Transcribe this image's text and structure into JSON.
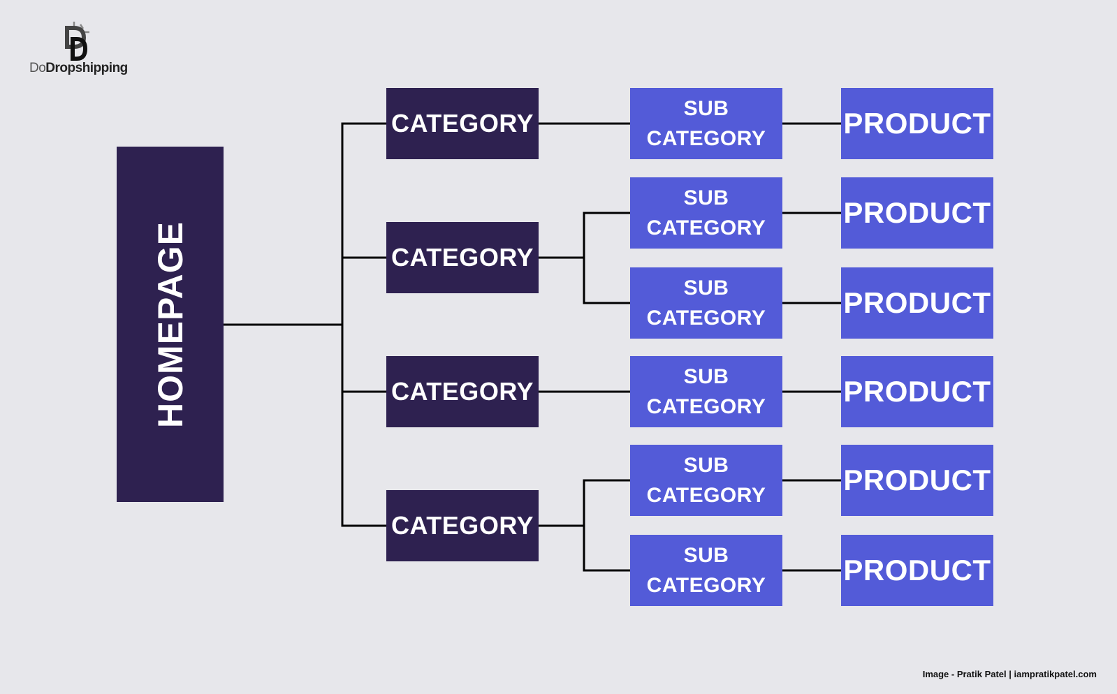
{
  "colors": {
    "background": "#e7e7eb",
    "dark_box": "#2e2150",
    "blue_box": "#535bd8",
    "connector": "#000000"
  },
  "logo": {
    "prefix": "Do",
    "brand": "Dropshipping",
    "icon": "dd-lightbulb-icon"
  },
  "diagram": {
    "homepage": "HOMEPAGE",
    "categories": [
      {
        "label": "CATEGORY",
        "subcategories": [
          {
            "label": "SUB\nCATEGORY",
            "product": "PRODUCT"
          }
        ]
      },
      {
        "label": "CATEGORY",
        "subcategories": [
          {
            "label": "SUB\nCATEGORY",
            "product": "PRODUCT"
          },
          {
            "label": "SUB\nCATEGORY",
            "product": "PRODUCT"
          }
        ]
      },
      {
        "label": "CATEGORY",
        "subcategories": [
          {
            "label": "SUB\nCATEGORY",
            "product": "PRODUCT"
          }
        ]
      },
      {
        "label": "CATEGORY",
        "subcategories": [
          {
            "label": "SUB\nCATEGORY",
            "product": "PRODUCT"
          },
          {
            "label": "SUB\nCATEGORY",
            "product": "PRODUCT"
          }
        ]
      }
    ]
  },
  "credit": "Image - Pratik Patel | iampratikpatel.com"
}
